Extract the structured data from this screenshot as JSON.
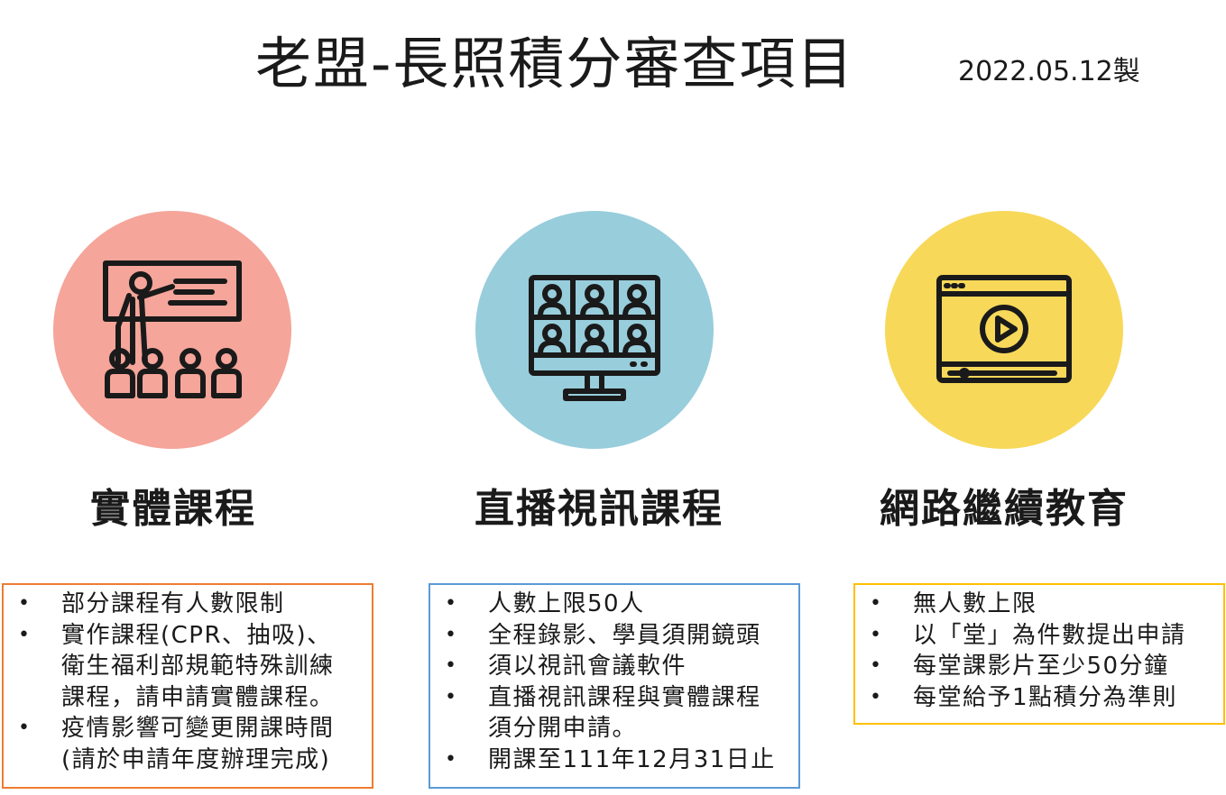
{
  "header": {
    "title": "老盟-長照積分審查項目",
    "date": "2022.05.12製"
  },
  "columns": [
    {
      "heading": "實體課程",
      "circle_color": "#f5a59a",
      "border_color": "#ed7d31",
      "icon": "classroom-teacher-icon",
      "items": [
        [
          "部分課程有人數限制"
        ],
        [
          "實作課程(CPR、抽吸)、",
          "衛生福利部規範特殊訓練",
          "課程，請申請實體課程。"
        ],
        [
          "疫情影響可變更開課時間",
          "(請於申請年度辦理完成)"
        ]
      ]
    },
    {
      "heading": "直播視訊課程",
      "circle_color": "#98cddc",
      "border_color": "#5b9bd5",
      "icon": "video-conference-icon",
      "items": [
        [
          "人數上限50人"
        ],
        [
          "全程錄影、學員須開鏡頭"
        ],
        [
          "須以視訊會議軟件"
        ],
        [
          "直播視訊課程與實體課程",
          "須分開申請。"
        ],
        [
          "開課至111年12月31日止"
        ]
      ]
    },
    {
      "heading": "網路繼續教育",
      "circle_color": "#f7d859",
      "border_color": "#ffc000",
      "icon": "video-player-icon",
      "items": [
        [
          "無人數上限"
        ],
        [
          "以「堂」為件數提出申請"
        ],
        [
          "每堂課影片至少50分鐘"
        ],
        [
          "每堂給予1點積分為準則"
        ]
      ]
    }
  ]
}
